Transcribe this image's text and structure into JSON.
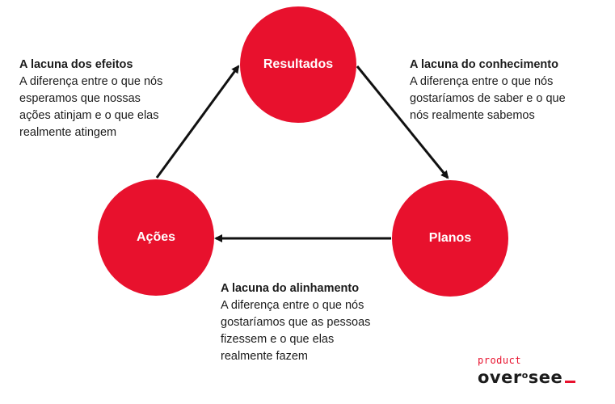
{
  "colors": {
    "node": "#e8112d",
    "arrow": "#111111",
    "text": "#1c1c1c",
    "logo_text": "#1c1c1c",
    "logo_accent": "#e8112d"
  },
  "nodes": {
    "resultados": "Resultados",
    "planos": "Planos",
    "acoes": "Ações"
  },
  "gaps": {
    "efeitos": {
      "title": "A lacuna dos efeitos",
      "lines": [
        "A diferença entre o que nós",
        "esperamos que nossas",
        "ações atinjam e o que elas",
        "realmente atingem"
      ]
    },
    "conhecimento": {
      "title": "A lacuna do conhecimento",
      "lines": [
        "A diferença entre o que nós",
        "gostaríamos de saber e o que",
        "nós realmente sabemos"
      ]
    },
    "alinhamento": {
      "title": "A lacuna do alinhamento",
      "lines": [
        "A diferença entre o que nós",
        "gostaríamos que as pessoas",
        "fizessem e o que elas",
        "realmente fazem"
      ]
    }
  },
  "logo": {
    "top": "product",
    "main_before": "over",
    "main_small": "o",
    "main_after": "see"
  }
}
